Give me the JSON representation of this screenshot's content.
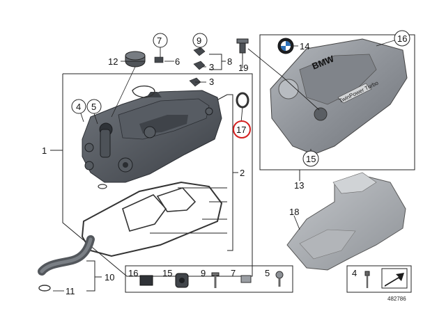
{
  "diagram": {
    "callouts": {
      "c1": "1",
      "c2": "2",
      "c3a": "3",
      "c3b": "3",
      "c4": "4",
      "c5": "5",
      "c6": "6",
      "c7": "7",
      "c8": "8",
      "c9": "9",
      "c10": "10",
      "c11": "11",
      "c12": "12",
      "c13": "13",
      "c14": "14",
      "c15": "15",
      "c16": "16",
      "c17": "17",
      "c18": "18",
      "c19": "19"
    },
    "cover_text": "BMW",
    "cover_plate": "TwinPower Turbo",
    "legend": {
      "items": [
        "16",
        "15",
        "9",
        "7",
        "5"
      ],
      "items2": [
        "4"
      ]
    },
    "figure_id": "482786",
    "colors": {
      "part_dark": "#4a4e54",
      "part_mid": "#6b7078",
      "cover_gray": "#9a9ea4",
      "shield_gray": "#a7abb0",
      "highlight_ring": "#d42020"
    }
  }
}
